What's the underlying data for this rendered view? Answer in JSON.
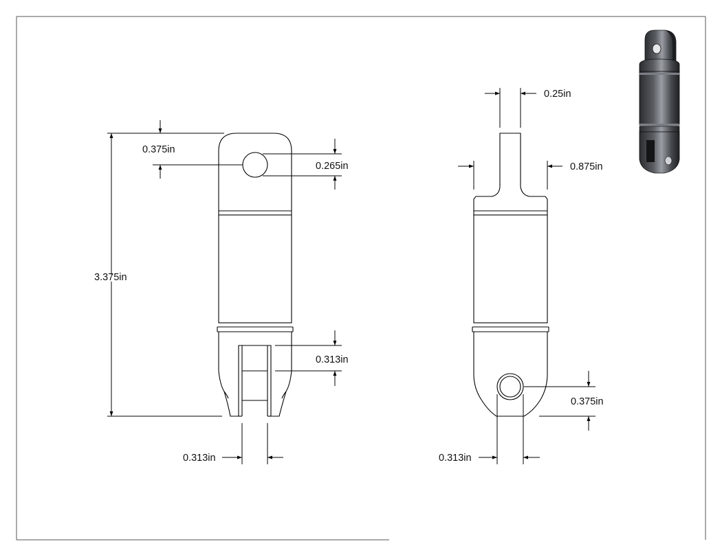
{
  "colors": {
    "line": "#000000",
    "text": "#111111",
    "frame": "#555555",
    "shade_dark": "#2b2d30",
    "shade_mid": "#5a5d62",
    "shade_light": "#9a9ea4"
  },
  "dimensions": {
    "front_top_radius": "0.375in",
    "front_hole_dia": "0.265in",
    "overall_length": "3.375in",
    "front_slot_height": "0.313in",
    "front_slot_width": "0.313in",
    "side_tab_thickness": "0.25in",
    "side_body_dia": "0.875in",
    "side_hole_offset": "0.375in",
    "side_hole_dia": "0.313in"
  }
}
